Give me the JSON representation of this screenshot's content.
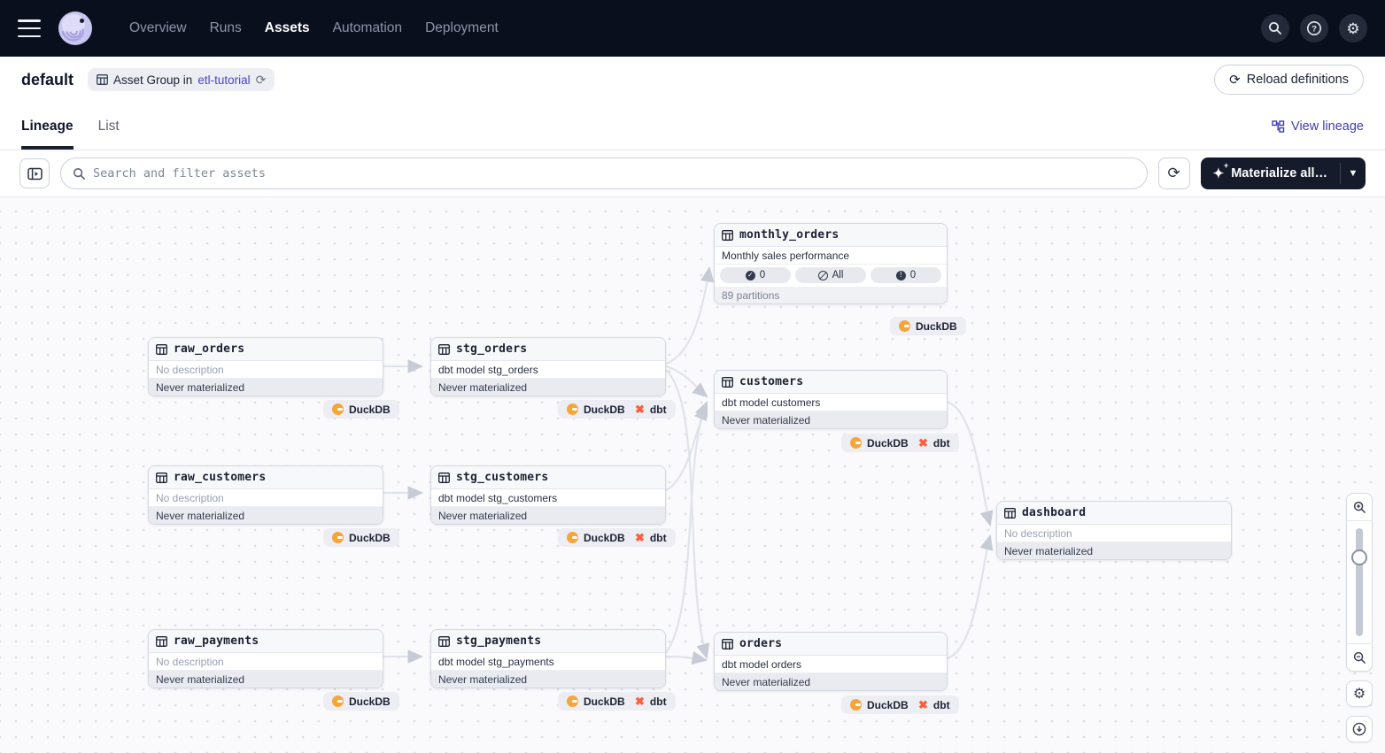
{
  "nav": {
    "items": [
      {
        "label": "Overview"
      },
      {
        "label": "Runs"
      },
      {
        "label": "Assets"
      },
      {
        "label": "Automation"
      },
      {
        "label": "Deployment"
      }
    ]
  },
  "header": {
    "title": "default",
    "badge_prefix": "Asset Group in",
    "badge_link": "etl-tutorial",
    "reload_label": "Reload definitions"
  },
  "tabs": {
    "lineage": "Lineage",
    "list": "List",
    "view_lineage": "View lineage"
  },
  "toolbar": {
    "search_placeholder": "Search and filter assets",
    "materialize_label": "Materialize all…"
  },
  "badge_labels": {
    "duckdb": "DuckDB",
    "dbt": "dbt"
  },
  "graph": {
    "nodes": [
      {
        "name": "monthly_orders",
        "description": "Monthly sales performance",
        "footer": "89 partitions",
        "pills": [
          {
            "icon": "check-circle",
            "label": "0"
          },
          {
            "icon": "slash-circle",
            "label": "All"
          },
          {
            "icon": "alert-circle",
            "label": "0"
          }
        ]
      },
      {
        "name": "raw_orders",
        "description": "No description",
        "footer": "Never materialized"
      },
      {
        "name": "stg_orders",
        "description": "dbt model stg_orders",
        "footer": "Never materialized"
      },
      {
        "name": "customers",
        "description": "dbt model customers",
        "footer": "Never materialized"
      },
      {
        "name": "raw_customers",
        "description": "No description",
        "footer": "Never materialized"
      },
      {
        "name": "stg_customers",
        "description": "dbt model stg_customers",
        "footer": "Never materialized"
      },
      {
        "name": "dashboard",
        "description": "No description",
        "footer": "Never materialized"
      },
      {
        "name": "raw_payments",
        "description": "No description",
        "footer": "Never materialized"
      },
      {
        "name": "stg_payments",
        "description": "dbt model stg_payments",
        "footer": "Never materialized"
      },
      {
        "name": "orders",
        "description": "dbt model orders",
        "footer": "Never materialized"
      }
    ]
  },
  "colors": {
    "nav_bg": "#0a0f1e",
    "accent_link": "#4a44c8",
    "view_lineage": "#3e3eb3",
    "materialize_bg": "#161b2c",
    "duckdb_orange": "#f4a63a",
    "dbt_orange": "#ff5c3c",
    "edge": "#e0e3ea",
    "canvas_bg": "#fafafc"
  }
}
